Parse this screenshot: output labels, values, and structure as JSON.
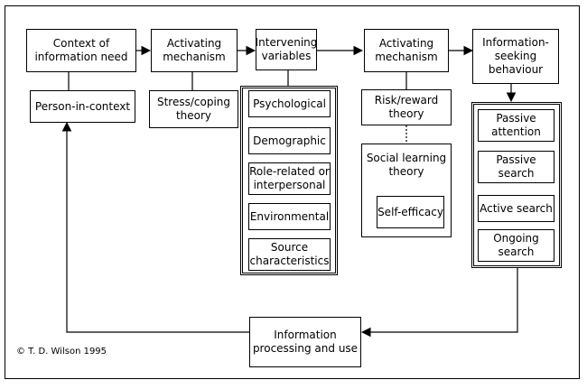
{
  "boxes": {
    "context": "Context of\ninformation need",
    "person_in_context": "Person-in-context",
    "activating1": "Activating\nmechanism",
    "stress_coping": "Stress/coping\ntheory",
    "intervening": "Intervening\nvariables",
    "psychological": "Psychological",
    "demographic": "Demographic",
    "role_related": "Role-related or\ninterpersonal",
    "environmental": "Environmental",
    "source": "Source\ncharacteristics",
    "activating2": "Activating\nmechanism",
    "risk_reward": "Risk/reward\ntheory",
    "social_learning": "Social learning\ntheory",
    "self_efficacy": "Self-efficacy",
    "info_seeking": "Information-\nseeking\nbehaviour",
    "passive_attention": "Passive\nattention",
    "passive_search": "Passive\nsearch",
    "active_search": "Active search",
    "ongoing_search": "Ongoing\nsearch",
    "info_processing": "Information\nprocessing and use"
  },
  "copyright": "© T. D. Wilson 1995"
}
